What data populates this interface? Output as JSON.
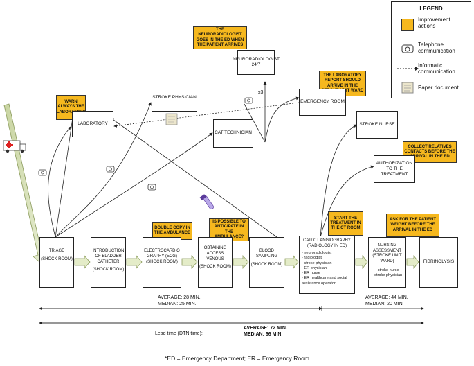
{
  "legend": {
    "title": "LEGEND",
    "improvement": "Improvement actions",
    "telephone": "Telephone communication",
    "informatic": "Informatic communication",
    "paper": "Paper document"
  },
  "notes": {
    "neuroradiologist": "THE NEURORADIOLOGIST GOES IN THE ED WHEN THE PATIENT ARRIVES",
    "laboratory_report": "THE LABORATORY REPORT SHOULD ARRIVE IN THE STROKE UNIT WARD",
    "warn_lab": "WARN ALWAYS THE LABORATORY",
    "collect_contacts": "COLLECT RELATIVES CONTACTS BEFORE THE ARRIVAL IN THE ED",
    "double_copy": "DOUBLE COPY IN THE AMBULANCE",
    "anticipate": "IS POSSIBLE TO ANTICIPATE IN THE AMBULANCE?",
    "start_treatment": "START THE TREATMENT IN THE CT ROOM",
    "ask_weight": "ASK FOR THE PATIENT WEIGHT BEFORE THE ARRIVAL IN THE ED"
  },
  "actors": {
    "neuroradiologist": "NEURORADIOLOGIST 24/7",
    "stroke_physician": "STROKE PHYSICIAN",
    "emergency_room": "EMERGENCY ROOM",
    "laboratory": "LABORATORY",
    "cat_technician": "CAT TECHNICIAN",
    "stroke_nurse": "STROKE NURSE",
    "authorization": "AUTHORIZATION TO THE TREATMENT"
  },
  "calls_label": "x3",
  "steps": [
    {
      "title": "TRIAGE",
      "sub": "(SHOCK ROOM)"
    },
    {
      "title": "INTRODUCTION OF BLADDER CATHETER",
      "sub": "(SHOCK ROOM)"
    },
    {
      "title": "ELECTROCARDIO GRAPHY (ECG) (SHOCK ROOM)",
      "sub": ""
    },
    {
      "title": "OBTAINING ACCESS VENOUS",
      "sub": "(SHOCK ROOM)"
    },
    {
      "title": "BLOOD SAMPLING",
      "sub": "(SHOCK ROOM)"
    }
  ],
  "ct_step": {
    "title": "CAT/ CT ANGIOGRAPHY (RADIOLOGY IN ED)",
    "items": [
      "- neuroradiologist",
      "- radiologist",
      "- stroke physician",
      "- ER physician",
      "- ER nurse",
      "- ER healthcare and social assistance operator"
    ]
  },
  "nursing_step": {
    "title": "NURSING ASSESSMENT (STROKE UNIT WARD)",
    "items": [
      "- stroke nurse",
      "- stroke physician"
    ]
  },
  "fibrinolysis": "FIBRINOLYSIS",
  "timing": {
    "first_avg": "AVERAGE: 28 MIN.",
    "first_median": "MEDIAN:  25 MIN.",
    "second_avg": "AVERAGE: 44 MIN.",
    "second_median": "MEDIAN: 20 MIN.",
    "lead_label": "Lead time (DTN time):",
    "lead_avg": "AVERAGE: 72 MIN.",
    "lead_median": "MEDIAN: 66 MIN."
  },
  "footnote": "*ED = Emergency Department; ER = Emergency Room",
  "colors": {
    "note": "#f6b81e",
    "arrow_fill": "#e4ecc8",
    "arrow_stroke": "#8a9a5b"
  }
}
